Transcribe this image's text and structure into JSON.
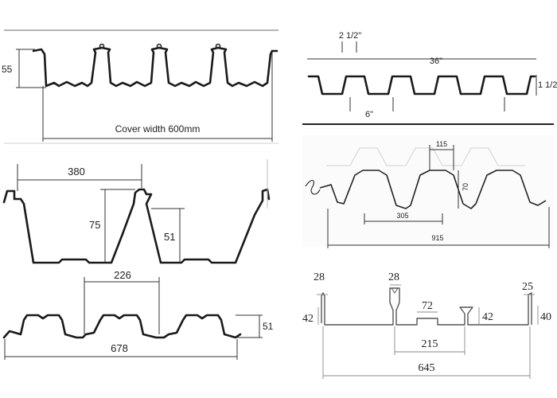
{
  "panels": {
    "p1": {
      "height": "55",
      "cover": "Cover width 600mm"
    },
    "p2": {
      "pitch": "2 1/2\"",
      "width": "36\"",
      "depth": "1 1/2\"",
      "rib": "6\""
    },
    "p3": {
      "pitch": "380",
      "depth": "75",
      "depth2": "51"
    },
    "p4": {
      "top": "115",
      "depth": "70",
      "pitch": "305",
      "width": "915"
    },
    "p5": {
      "pitch": "226",
      "depth": "51",
      "width": "678"
    },
    "p6": {
      "t1": "28",
      "t2": "28",
      "t3": "25",
      "h1": "42",
      "h2": "42",
      "h3": "40",
      "b": "72",
      "pitch": "215",
      "width": "645"
    }
  },
  "colors": {
    "ink": "#1a1a1a",
    "frame": "#9a9a9a",
    "divider": "#222222"
  }
}
